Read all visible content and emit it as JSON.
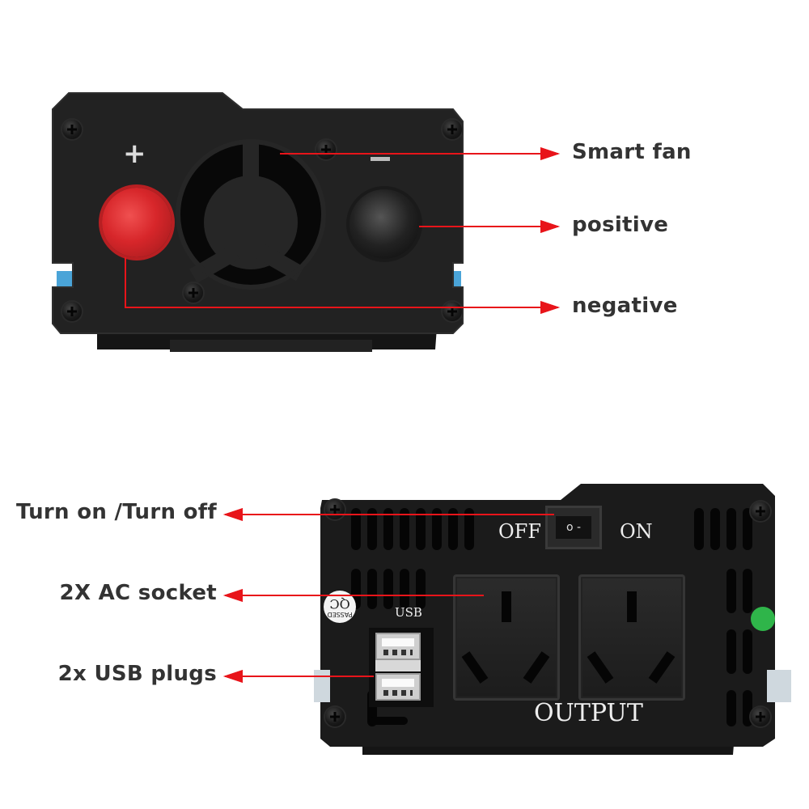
{
  "top_device": {
    "polarity_marks": {
      "plus": "+",
      "minus": "−"
    },
    "components": [
      "red-terminal",
      "smart-fan",
      "black-terminal"
    ]
  },
  "top_labels": [
    {
      "text": "Smart fan",
      "arrow_direction": "right"
    },
    {
      "text": "positive",
      "arrow_direction": "right"
    },
    {
      "text": "negative",
      "arrow_direction": "right"
    }
  ],
  "bottom_device": {
    "switch_off": "OFF",
    "switch_on": "ON",
    "switch_glyph": "o -",
    "usb_label": "USB",
    "output_label": "OUTPUT",
    "qc_sticker": {
      "line1": "QC",
      "line2": "PASSED"
    },
    "indicator_color": "#2fb54a"
  },
  "bottom_labels": [
    {
      "text": "Turn on /Turn off",
      "arrow_direction": "left"
    },
    {
      "text": "2X AC socket",
      "arrow_direction": "left"
    },
    {
      "text": "2x USB plugs",
      "arrow_direction": "left"
    }
  ],
  "colors": {
    "annotation_line": "#e8141a",
    "label_text": "#333333",
    "device_body": "#1e1e1e",
    "positive_terminal": "#d7262a",
    "negative_terminal": "#1a1a1a"
  }
}
